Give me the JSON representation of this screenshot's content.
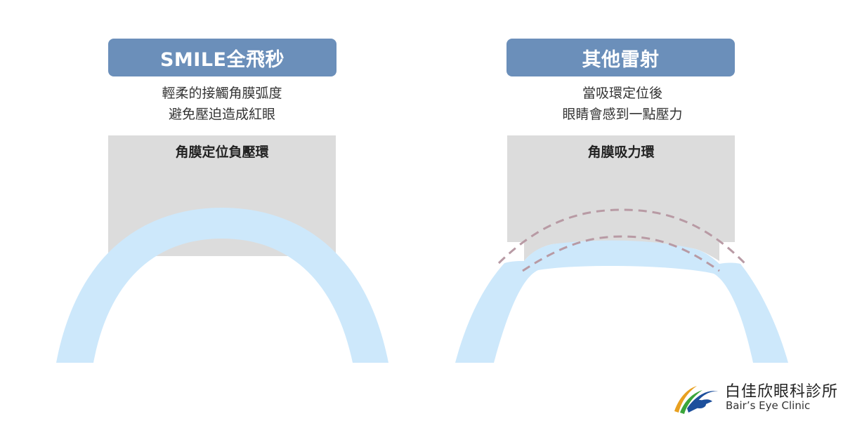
{
  "colors": {
    "pill": "#6b8fba",
    "device": "#dcdcdc",
    "cornea": "#cde8fb",
    "dashed": "#b89aa4",
    "logo_blue": "#1c4f9c",
    "logo_green": "#3aa53a",
    "logo_orange": "#e8a020"
  },
  "left": {
    "title": "SMILE全飛秒",
    "caption": [
      "輕柔的接觸角膜弧度",
      "避免壓迫造成紅眼"
    ],
    "device_label": "角膜定位負壓環"
  },
  "right": {
    "title": "其他雷射",
    "caption": [
      "當吸環定位後",
      "眼睛會感到一點壓力"
    ],
    "device_label": "角膜吸力環"
  },
  "logo": {
    "name": "白佳欣眼科診所",
    "subtitle": "Bair’s Eye Clinic",
    "icon": "eye-swoosh-logo-icon"
  }
}
